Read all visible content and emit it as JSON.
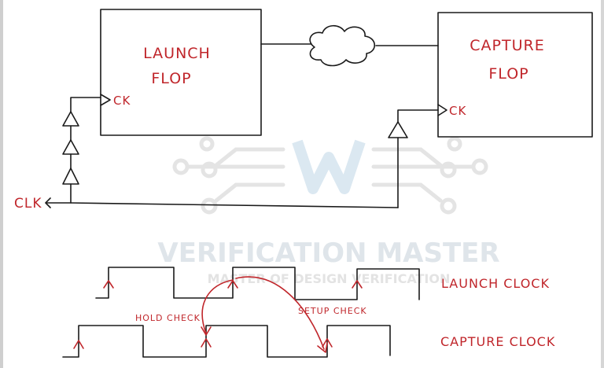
{
  "flops": {
    "launch": {
      "line1": "LAUNCH",
      "line2": "FLOP",
      "pin": "CK"
    },
    "capture": {
      "line1": "CAPTURE",
      "line2": "FLOP",
      "pin": "CK"
    }
  },
  "clock_input": "CLK",
  "waveforms": {
    "launch_label": "LAUNCH CLOCK",
    "capture_label": "CAPTURE CLOCK"
  },
  "checks": {
    "hold": "HOLD CHECK",
    "setup": "SETUP CHECK"
  },
  "watermark": {
    "title": "VERIFICATION MASTER",
    "tagline": "MASTER OF DESIGN VERIFICATION"
  },
  "colors": {
    "ink": "#1a1a1a",
    "label": "#c0262b",
    "watermark": "#dfe5ea"
  }
}
